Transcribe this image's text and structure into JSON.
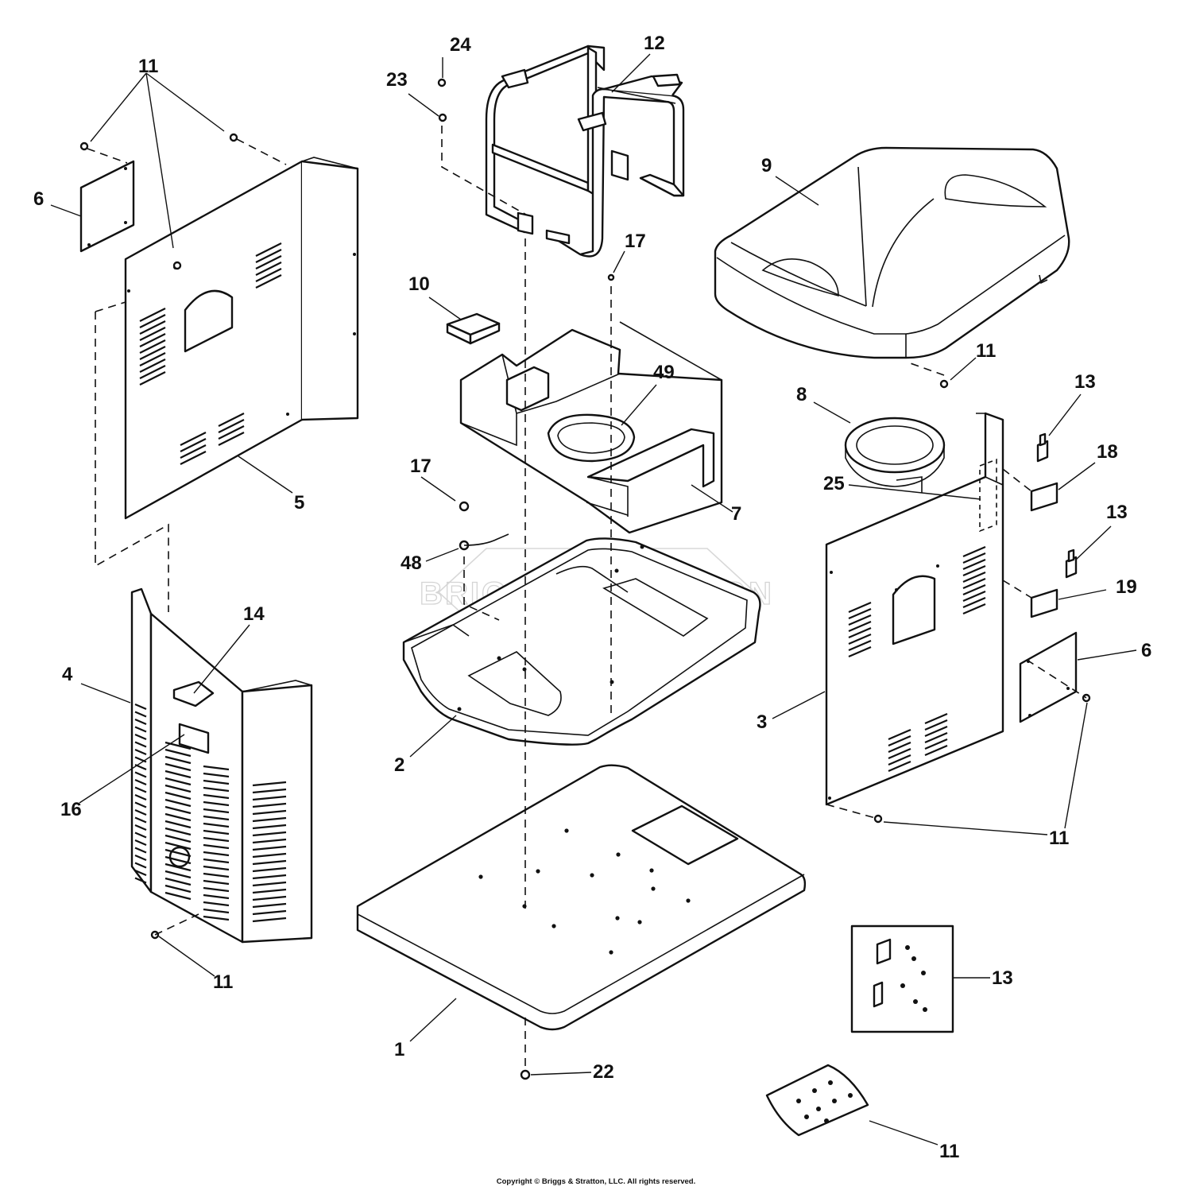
{
  "callouts": [
    {
      "id": "c1",
      "text": "11"
    },
    {
      "id": "c2",
      "text": "24"
    },
    {
      "id": "c3",
      "text": "12"
    },
    {
      "id": "c4",
      "text": "23"
    },
    {
      "id": "c5",
      "text": "9"
    },
    {
      "id": "c6",
      "text": "6"
    },
    {
      "id": "c7",
      "text": "17"
    },
    {
      "id": "c8",
      "text": "10"
    },
    {
      "id": "c9",
      "text": "49"
    },
    {
      "id": "c10",
      "text": "11"
    },
    {
      "id": "c11",
      "text": "8"
    },
    {
      "id": "c12",
      "text": "13"
    },
    {
      "id": "c13",
      "text": "18"
    },
    {
      "id": "c14",
      "text": "5"
    },
    {
      "id": "c15",
      "text": "17"
    },
    {
      "id": "c16",
      "text": "25"
    },
    {
      "id": "c17",
      "text": "7"
    },
    {
      "id": "c18",
      "text": "13"
    },
    {
      "id": "c19",
      "text": "48"
    },
    {
      "id": "c20",
      "text": "19"
    },
    {
      "id": "c21",
      "text": "14"
    },
    {
      "id": "c22",
      "text": "6"
    },
    {
      "id": "c23",
      "text": "4"
    },
    {
      "id": "c24",
      "text": "3"
    },
    {
      "id": "c25",
      "text": "2"
    },
    {
      "id": "c26",
      "text": "16"
    },
    {
      "id": "c27",
      "text": "11"
    },
    {
      "id": "c28",
      "text": "11"
    },
    {
      "id": "c29",
      "text": "13"
    },
    {
      "id": "c30",
      "text": "1"
    },
    {
      "id": "c31",
      "text": "22"
    },
    {
      "id": "c32",
      "text": "11"
    }
  ],
  "watermark": "BRIGGS&STRATTON",
  "copyright": "Copyright © Briggs & Stratton, LLC. All rights reserved."
}
